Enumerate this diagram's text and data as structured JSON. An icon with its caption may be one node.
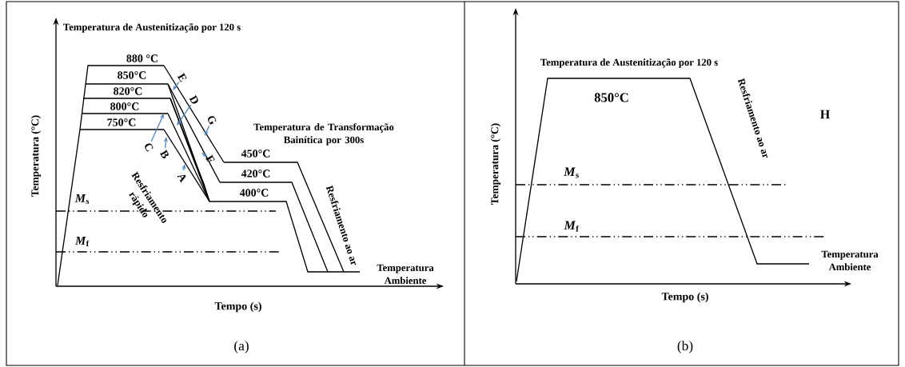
{
  "diagram": {
    "nodes": [
      {
        "text": [
          "E"
        ]
      },
      {
        "text": [
          "D"
        ]
      },
      {
        "text": [
          "G"
        ]
      },
      {
        "text": [
          "C"
        ]
      },
      {
        "text": [
          "B"
        ]
      },
      {
        "text": [
          "F"
        ]
      },
      {
        "text": [
          "A"
        ]
      }
    ],
    "edges": [
      {
        "from": 0,
        "to": null,
        "arrow": "to",
        "color": "#4a86c8"
      },
      {
        "from": 1,
        "to": null,
        "arrow": "to",
        "color": "#4a86c8"
      },
      {
        "from": 2,
        "to": null,
        "arrow": "to",
        "color": "#4a86c8"
      },
      {
        "from": 3,
        "to": null,
        "arrow": "to",
        "color": "#4a86c8"
      },
      {
        "from": 4,
        "to": null,
        "arrow": "to",
        "color": "#4a86c8"
      },
      {
        "from": 5,
        "to": null,
        "arrow": "to",
        "color": "#4a86c8"
      },
      {
        "from": 6,
        "to": null,
        "arrow": "to",
        "color": "#4a86c8"
      }
    ],
    "labels": [
      "Temperatura de Austenitização por 120 s",
      "880 °C",
      "850°C",
      "820°C",
      "800°C",
      "750°C",
      "Temperatura de Transformação Bainítica por 300s",
      "450°C",
      "420°C",
      "400°C",
      "Temperatura (°C)",
      "Resfriamento rápido",
      "Resfriamento ao ar",
      "*M*$_{s}$",
      "*M*$_{f}$",
      "Temperatura Ambiente",
      "Tempo (s)",
      "(a)",
      "Temperatura de Austenitização por 120 s",
      "850°C",
      "Temperatura (°C)",
      "Resfriamento ao ar",
      "H",
      "*M*$_{s}$",
      "*M*$_{f}$",
      "Temperatura Ambiente",
      "Tempo (s)",
      "(b)"
    ]
  }
}
